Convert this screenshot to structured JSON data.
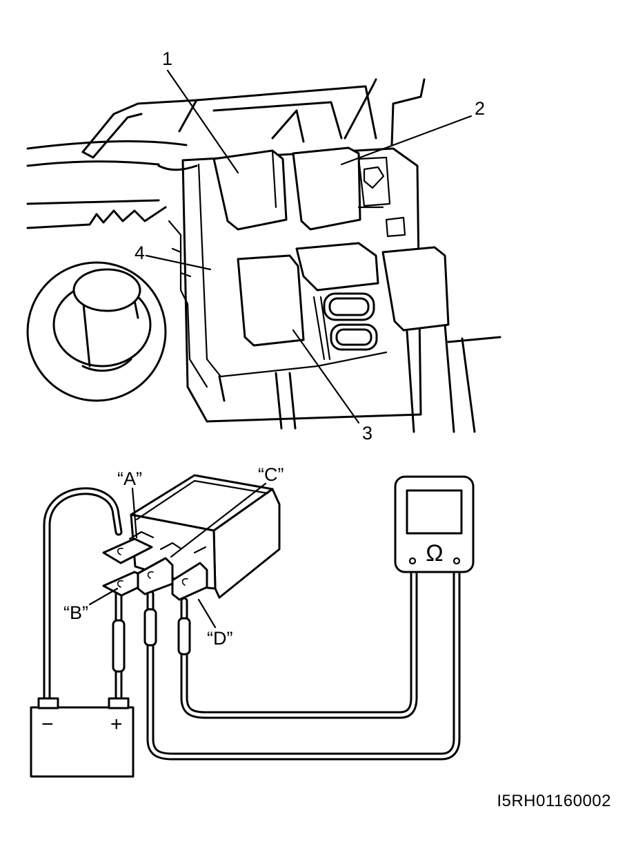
{
  "callouts": {
    "n1": "1",
    "n2": "2",
    "n3": "3",
    "n4": "4"
  },
  "terminals": {
    "a": "“A”",
    "b": "“B”",
    "c": "“C”",
    "d": "“D”"
  },
  "battery": {
    "minus": "−",
    "plus": "+"
  },
  "meter": {
    "symbol": "Ω"
  },
  "figure_code": "I5RH01160002"
}
